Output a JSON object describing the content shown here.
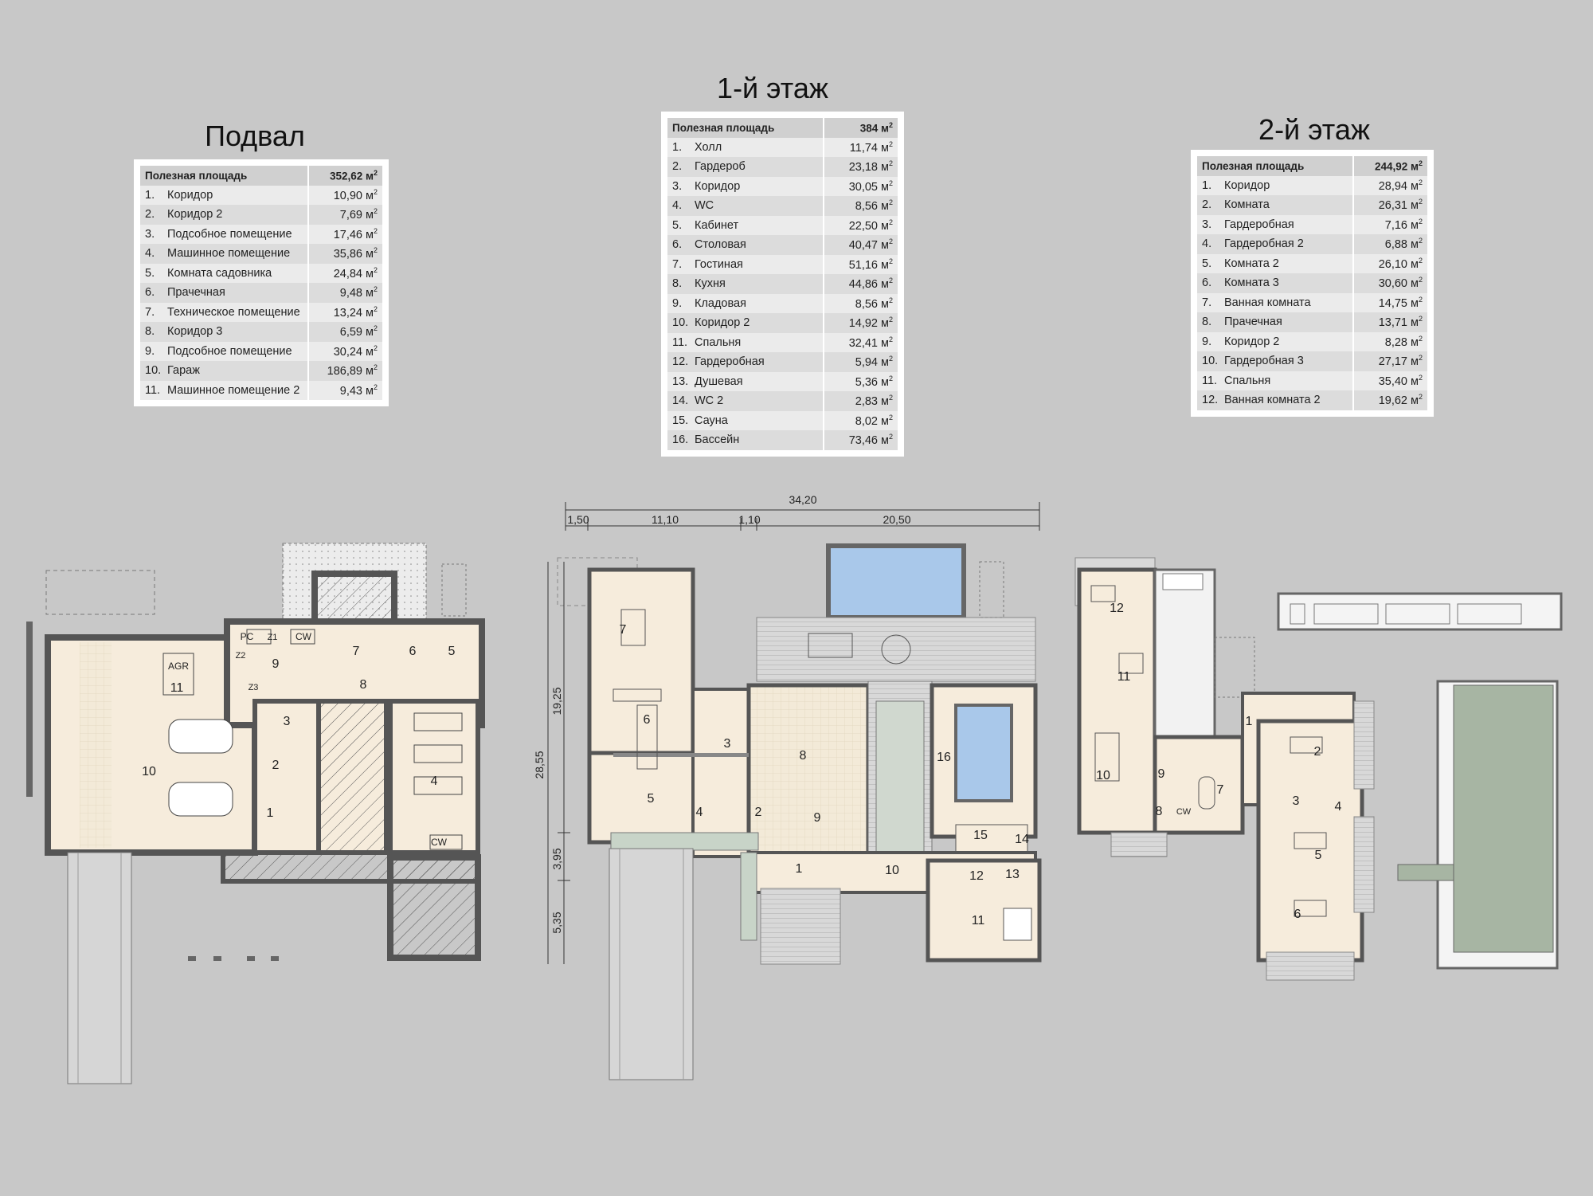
{
  "floors": {
    "basement": {
      "title": "Подвал",
      "area_label": "Полезная площадь",
      "area_total": "352,62 м",
      "rooms": [
        {
          "n": "1.",
          "name": "Коридор",
          "area": "10,90 м"
        },
        {
          "n": "2.",
          "name": "Коридор 2",
          "area": "7,69 м"
        },
        {
          "n": "3.",
          "name": "Подсобное помещение",
          "area": "17,46 м"
        },
        {
          "n": "4.",
          "name": "Машинное помещение",
          "area": "35,86 м"
        },
        {
          "n": "5.",
          "name": "Комната садовника",
          "area": "24,84 м"
        },
        {
          "n": "6.",
          "name": "Прачечная",
          "area": "9,48 м"
        },
        {
          "n": "7.",
          "name": "Техническое помещение",
          "area": "13,24 м"
        },
        {
          "n": "8.",
          "name": "Коридор 3",
          "area": "6,59 м"
        },
        {
          "n": "9.",
          "name": "Подсобное помещение",
          "area": "30,24 м"
        },
        {
          "n": "10.",
          "name": "Гараж",
          "area": "186,89 м"
        },
        {
          "n": "11.",
          "name": "Машинное помещение 2",
          "area": "9,43 м"
        }
      ]
    },
    "first": {
      "title": "1-й этаж",
      "area_label": "Полезная площадь",
      "area_total": "384 м",
      "rooms": [
        {
          "n": "1.",
          "name": "Холл",
          "area": "11,74 м"
        },
        {
          "n": "2.",
          "name": "Гардероб",
          "area": "23,18 м"
        },
        {
          "n": "3.",
          "name": "Коридор",
          "area": "30,05 м"
        },
        {
          "n": "4.",
          "name": "WC",
          "area": "8,56 м"
        },
        {
          "n": "5.",
          "name": "Кабинет",
          "area": "22,50 м"
        },
        {
          "n": "6.",
          "name": "Столовая",
          "area": "40,47 м"
        },
        {
          "n": "7.",
          "name": "Гостиная",
          "area": "51,16 м"
        },
        {
          "n": "8.",
          "name": "Кухня",
          "area": "44,86 м"
        },
        {
          "n": "9.",
          "name": "Кладовая",
          "area": "8,56 м"
        },
        {
          "n": "10.",
          "name": "Коридор 2",
          "area": "14,92 м"
        },
        {
          "n": "11.",
          "name": "Спальня",
          "area": "32,41 м"
        },
        {
          "n": "12.",
          "name": "Гардеробная",
          "area": "5,94 м"
        },
        {
          "n": "13.",
          "name": "Душевая",
          "area": "5,36 м"
        },
        {
          "n": "14.",
          "name": "WC 2",
          "area": "2,83 м"
        },
        {
          "n": "15.",
          "name": "Сауна",
          "area": "8,02 м"
        },
        {
          "n": "16.",
          "name": "Бассейн",
          "area": "73,46 м"
        }
      ]
    },
    "second": {
      "title": "2-й этаж",
      "area_label": "Полезная площадь",
      "area_total": "244,92 м",
      "rooms": [
        {
          "n": "1.",
          "name": "Коридор",
          "area": "28,94 м"
        },
        {
          "n": "2.",
          "name": "Комната",
          "area": "26,31 м"
        },
        {
          "n": "3.",
          "name": "Гардеробная",
          "area": "7,16 м"
        },
        {
          "n": "4.",
          "name": "Гардеробная 2",
          "area": "6,88 м"
        },
        {
          "n": "5.",
          "name": "Комната 2",
          "area": "26,10 м"
        },
        {
          "n": "6.",
          "name": "Комната 3",
          "area": "30,60 м"
        },
        {
          "n": "7.",
          "name": "Ванная комната",
          "area": "14,75 м"
        },
        {
          "n": "8.",
          "name": "Прачечная",
          "area": "13,71 м"
        },
        {
          "n": "9.",
          "name": "Коридор 2",
          "area": "8,28 м"
        },
        {
          "n": "10.",
          "name": "Гардеробная 3",
          "area": "27,17 м"
        },
        {
          "n": "11.",
          "name": "Спальня",
          "area": "35,40 м"
        },
        {
          "n": "12.",
          "name": "Ванная комната 2",
          "area": "19,62 м"
        }
      ]
    }
  },
  "area_unit_sup": "2",
  "plan_labels": {
    "basement": [
      "1",
      "2",
      "3",
      "4",
      "5",
      "6",
      "7",
      "8",
      "9",
      "10",
      "11"
    ],
    "basement_tags": {
      "agr": "AGR",
      "pc": "PC",
      "z1": "Z1",
      "z2": "Z2",
      "z3": "Z3",
      "cw": "CW"
    },
    "first": [
      "1",
      "2",
      "3",
      "4",
      "5",
      "6",
      "7",
      "8",
      "9",
      "10",
      "11",
      "12",
      "13",
      "14",
      "15",
      "16"
    ],
    "second": [
      "1",
      "2",
      "3",
      "4",
      "5",
      "6",
      "7",
      "8",
      "9",
      "10",
      "11",
      "12"
    ],
    "second_tags": {
      "cw": "CW"
    }
  },
  "dimensions": {
    "top_total": "34,20",
    "top_parts": [
      "1,50",
      "11,10",
      "1,10",
      "20,50"
    ],
    "left_total": "28,55",
    "left_parts": [
      "19,25",
      "3,95",
      "5,35"
    ]
  }
}
